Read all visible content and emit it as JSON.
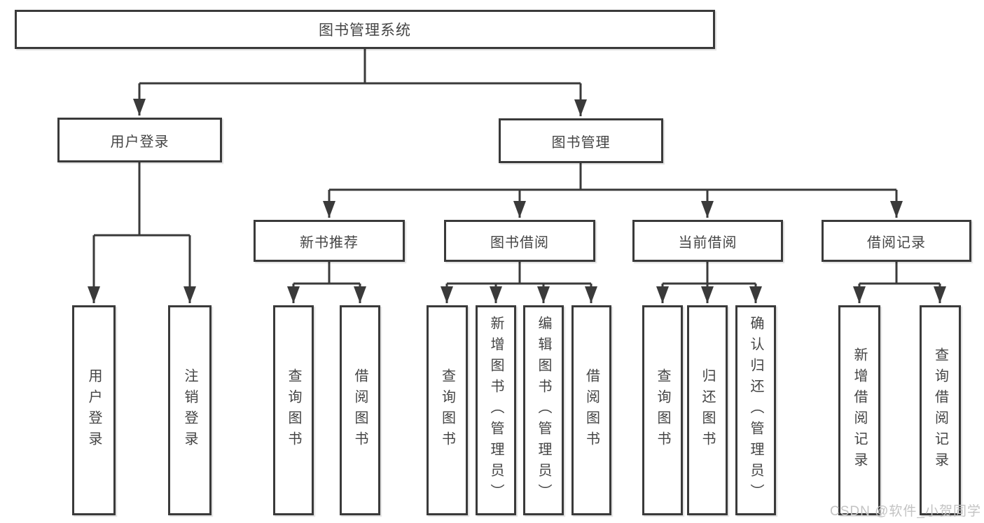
{
  "tree": {
    "root": {
      "label": "图书管理系统"
    },
    "branches": [
      {
        "label": "用户登录",
        "leaves": [
          "用户登录",
          "注销登录"
        ]
      },
      {
        "label": "图书管理",
        "groups": [
          {
            "label": "新书推荐",
            "leaves": [
              "查询图书",
              "借阅图书"
            ]
          },
          {
            "label": "图书借阅",
            "leaves": [
              "查询图书",
              "新增图书（管理员）",
              "编辑图书（管理员）",
              "借阅图书"
            ]
          },
          {
            "label": "当前借阅",
            "leaves": [
              "查询图书",
              "归还图书",
              "确认归还（管理员）"
            ]
          },
          {
            "label": "借阅记录",
            "leaves": [
              "新增借阅记录",
              "查询借阅记录"
            ]
          }
        ]
      }
    ]
  },
  "watermark": {
    "text": "CSDN @软件_小贺同学"
  },
  "colors": {
    "line": "#3a3a3a",
    "text": "#444444",
    "box-fill": "#ffffff",
    "background": "#ffffff",
    "watermark": "#c3c3c3"
  }
}
